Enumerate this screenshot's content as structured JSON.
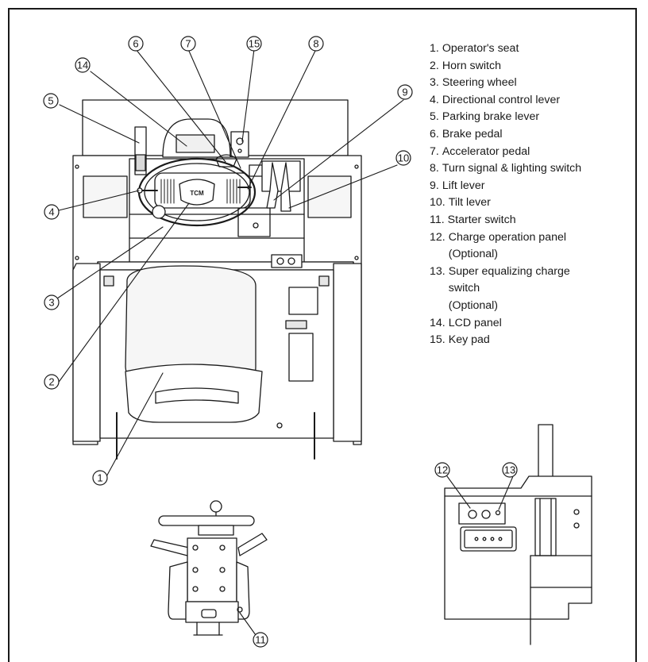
{
  "colors": {
    "line": "#1a1a1a",
    "panel": "#f4f4f4",
    "seat": "#ececec"
  },
  "legend": [
    {
      "num": "1.",
      "text": "Operator's seat"
    },
    {
      "num": "2.",
      "text": "Horn switch"
    },
    {
      "num": "3.",
      "text": "Steering wheel"
    },
    {
      "num": "4.",
      "text": "Directional control lever"
    },
    {
      "num": "5.",
      "text": "Parking brake lever"
    },
    {
      "num": "6.",
      "text": "Brake pedal"
    },
    {
      "num": "7.",
      "text": "Accelerator pedal"
    },
    {
      "num": "8.",
      "text": "Turn signal & lighting switch"
    },
    {
      "num": "9.",
      "text": "Lift lever"
    },
    {
      "num": "10.",
      "text": "Tilt lever"
    },
    {
      "num": "11.",
      "text": "Starter switch"
    },
    {
      "num": "12.",
      "text": "Charge operation panel"
    },
    {
      "num": "",
      "text": "(Optional)"
    },
    {
      "num": "13.",
      "text": "Super equalizing charge"
    },
    {
      "num": "",
      "text": "switch"
    },
    {
      "num": "",
      "text": "(Optional)"
    },
    {
      "num": "14.",
      "text": "LCD panel"
    },
    {
      "num": "15.",
      "text": "Key pad"
    }
  ],
  "callouts": [
    "1",
    "2",
    "3",
    "4",
    "5",
    "6",
    "7",
    "8",
    "9",
    "10",
    "11",
    "12",
    "13",
    "14",
    "15"
  ],
  "logo_text": "TCM"
}
